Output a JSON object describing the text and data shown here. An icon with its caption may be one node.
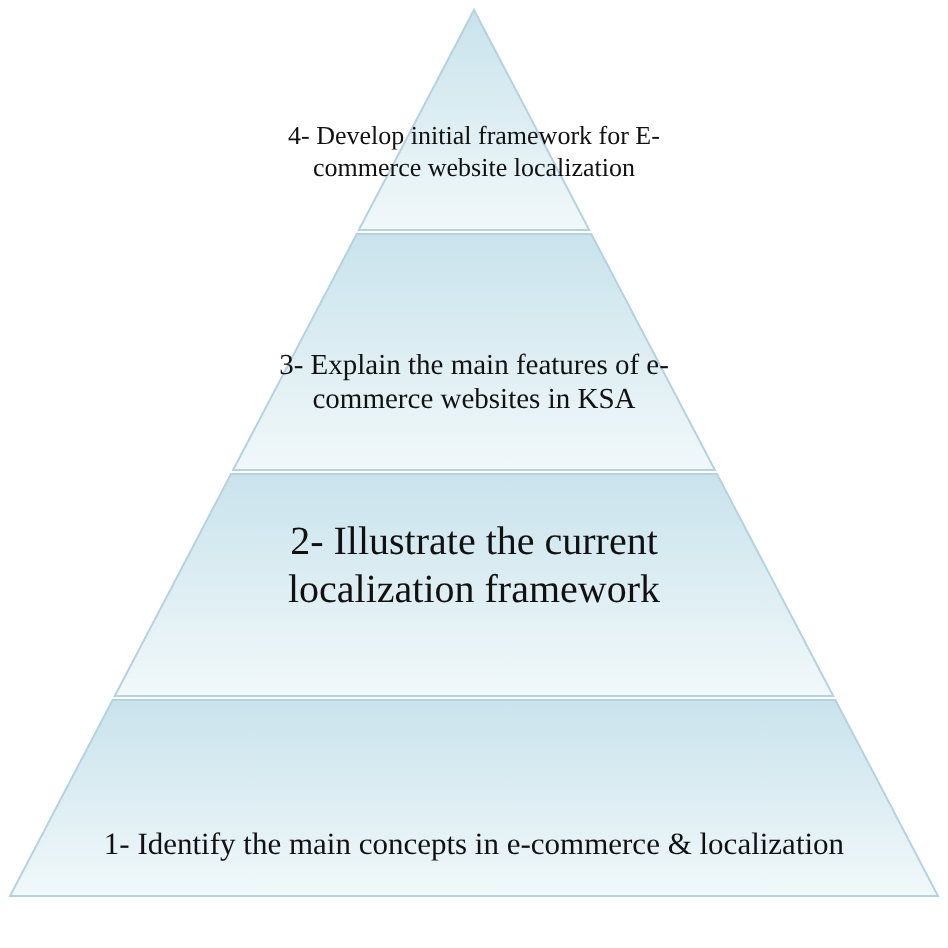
{
  "diagram": {
    "nodes": [
      {
        "text": [
          "4- Develop initial framework for E-commerce website localization"
        ]
      },
      {
        "text": [
          "3- Explain the main features of e-commerce websites in KSA"
        ]
      },
      {
        "text": [
          "2- Illustrate the current localization framework"
        ]
      },
      {
        "text": [
          "1- Identify the main concepts in e-commerce & localization"
        ]
      }
    ]
  }
}
